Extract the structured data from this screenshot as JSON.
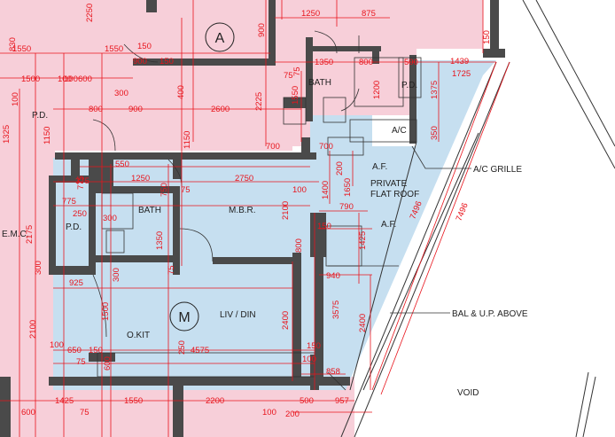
{
  "colors": {
    "pink_unit": "#f7cfd9",
    "blue_unit": "#c6dff0",
    "wall": "#4a4a4a",
    "dimension": "#e8141c",
    "text": "#222222"
  },
  "unit_labels": {
    "unit_a": "A",
    "unit_m": "M"
  },
  "rooms": {
    "bath_top": "BATH",
    "pd_top_right": "P.D.",
    "pd_left": "P.D.",
    "ac": "A/C",
    "af_top": "A.F.",
    "private_flat_roof_1": "PRIVATE",
    "private_flat_roof_2": "FLAT ROOF",
    "mbr": "M.B.R.",
    "bath_m": "BATH",
    "pd_m": "P.D.",
    "emc": "E.M.C.",
    "af_mid": "A.F.",
    "liv_din": "LIV / DIN",
    "okit": "O.KIT",
    "void": "VOID"
  },
  "callouts": {
    "ac_grille": "A/C GRILLE",
    "bal_up_above": "BAL & U.P. ABOVE"
  },
  "dimensions": {
    "d830": "830",
    "d2250": "2250",
    "d1250": "1250",
    "d875": "875",
    "d1550a": "1550",
    "d1550b": "1550",
    "d150a": "150",
    "d900a": "900",
    "d150b": "150",
    "d75a": "75",
    "d1350": "1350",
    "d800a": "800",
    "d500a": "500",
    "d1439": "1439",
    "d1725": "1725",
    "d1500": "1500",
    "d100a": "100",
    "d100b": "100",
    "d600a": "600",
    "d300a": "300",
    "d400": "400",
    "d75b": "75",
    "d1550v": "1550",
    "d2225": "2225",
    "d1200": "1200",
    "d1375": "1375",
    "d800b": "800",
    "d900b": "900",
    "d2600": "2600",
    "d350": "350",
    "d1325": "1325",
    "d1150a": "1150",
    "d100c": "100",
    "d1150b": "1150",
    "d700a": "700",
    "d700b": "700",
    "d775a": "775",
    "d250a": "250",
    "d550": "550",
    "d1250b": "1250",
    "d750": "750",
    "d75c": "75",
    "d2750": "2750",
    "d200": "200",
    "d1400": "1400",
    "d1650": "1650",
    "d375": "375",
    "d100d": "100",
    "d2175": "2175",
    "d775b": "775",
    "d250b": "250",
    "d300b": "300",
    "d2100a": "2100",
    "d790": "790",
    "d7496a": "7496",
    "d7496b": "7496",
    "d150c": "150",
    "d1425": "1425",
    "d1350b": "1350",
    "d800c": "800",
    "d300c": "300",
    "d75d": "75",
    "d300d": "300",
    "d925": "925",
    "d940": "940",
    "d1500b": "1500",
    "d3575": "3575",
    "d2400a": "2400",
    "d2400b": "2400",
    "d2100b": "2100",
    "d100e": "100",
    "d650": "650",
    "d150d": "150",
    "d75e": "75",
    "d600b": "600",
    "d4575": "4575",
    "d100f": "100",
    "d858": "858",
    "d1425b": "1425",
    "d75f": "75",
    "d1550c": "1550",
    "d2200": "2200",
    "d100g": "100",
    "d200b": "200",
    "d500b": "500",
    "d957": "957",
    "d150e": "150",
    "d600c": "600"
  }
}
